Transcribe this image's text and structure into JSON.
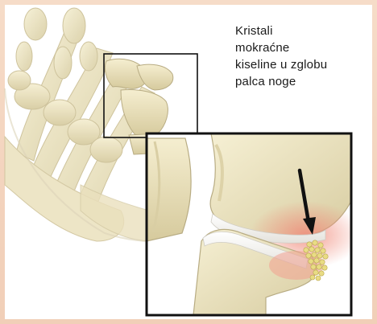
{
  "caption": {
    "line1": "Kristali",
    "line2": "mokraćne",
    "line3": "kiseline u zglobu",
    "line4": "palca noge"
  },
  "colors": {
    "bone": "#eee6c4",
    "bone_shadow": "#cfc49a",
    "bone_outline": "#b8ac83",
    "cartilage": "#f1f0ec",
    "inflammation": "#f2a08f",
    "crystals": "#e9dc84",
    "frame": "#111111",
    "arrow": "#111111",
    "border_pink": "#f3d3bd"
  }
}
